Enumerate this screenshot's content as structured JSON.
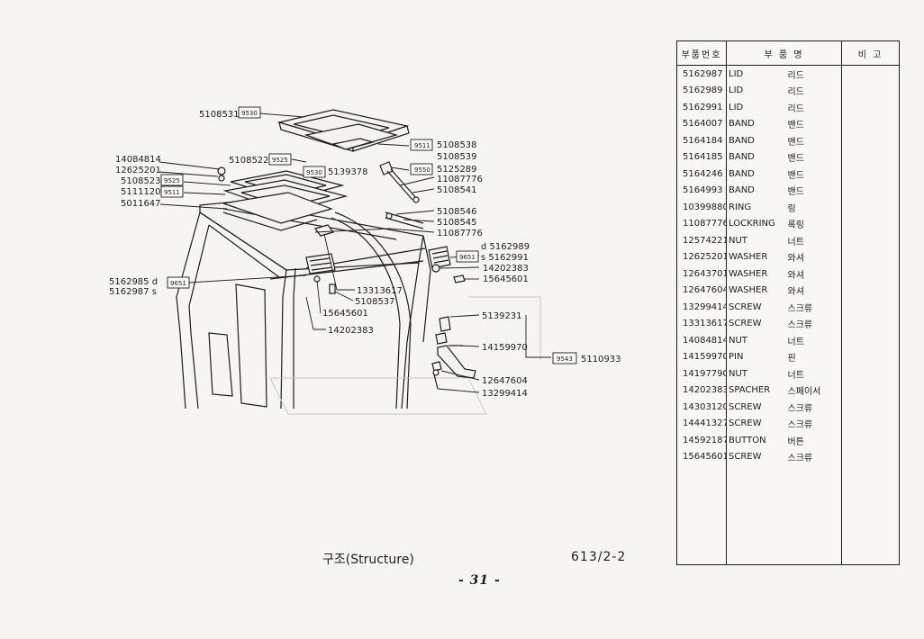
{
  "diagram": {
    "labels": [
      {
        "text": "5108531",
        "tag": "9530"
      },
      {
        "text": "5108538",
        "tag": "9511"
      },
      {
        "text": "5108539"
      },
      {
        "text": "5125289",
        "tag": "9550"
      },
      {
        "text": "11087776"
      },
      {
        "text": "5108541"
      },
      {
        "text": "5108522",
        "tag": "9525"
      },
      {
        "text": "5139378",
        "tag": "9530"
      },
      {
        "text": "14084814"
      },
      {
        "text": "12625201"
      },
      {
        "text": "5108523",
        "tag": "9525"
      },
      {
        "text": "5111120",
        "tag": "9511"
      },
      {
        "text": "5011647"
      },
      {
        "text": "5108546"
      },
      {
        "text": "5108545"
      },
      {
        "text": "11087776"
      },
      {
        "text": "d 5162989"
      },
      {
        "text": "s 5162991",
        "tag": "9651"
      },
      {
        "text": "14202383"
      },
      {
        "text": "15645601"
      },
      {
        "text": "5162985 d"
      },
      {
        "text": "5162987 s",
        "tag": "9651"
      },
      {
        "text": "13313617"
      },
      {
        "text": "5108537"
      },
      {
        "text": "15645601"
      },
      {
        "text": "14202383"
      },
      {
        "text": "5139231"
      },
      {
        "text": "14159970"
      },
      {
        "text": "5110933",
        "tag": "9543"
      },
      {
        "text": "12647604"
      },
      {
        "text": "13299414"
      }
    ]
  },
  "caption": {
    "title": "구조(Structure)",
    "code": "613/2-2"
  },
  "page_number": "- 31 -",
  "table": {
    "headers": {
      "part_no": "부품번호",
      "part_name": "부 품 명",
      "remarks": "비 고"
    },
    "rows": [
      {
        "no": "5162987",
        "en": "LID",
        "kr": "리드"
      },
      {
        "no": "5162989",
        "en": "LID",
        "kr": "리드"
      },
      {
        "no": "5162991",
        "en": "LID",
        "kr": "리드"
      },
      {
        "no": "5164007",
        "en": "BAND",
        "kr": "밴드"
      },
      {
        "no": "5164184",
        "en": "BAND",
        "kr": "밴드"
      },
      {
        "no": "5164185",
        "en": "BAND",
        "kr": "밴드"
      },
      {
        "no": "5164246",
        "en": "BAND",
        "kr": "밴드"
      },
      {
        "no": "5164993",
        "en": "BAND",
        "kr": "밴드"
      },
      {
        "no": "10399880",
        "en": "RING",
        "kr": "링"
      },
      {
        "no": "11087776",
        "en": "LOCKRING",
        "kr": "록링"
      },
      {
        "no": "12574221",
        "en": "NUT",
        "kr": "너트"
      },
      {
        "no": "12625201",
        "en": "WASHER",
        "kr": "와셔"
      },
      {
        "no": "12643701",
        "en": "WASHER",
        "kr": "와셔"
      },
      {
        "no": "12647604",
        "en": "WASHER",
        "kr": "와셔"
      },
      {
        "no": "13299414",
        "en": "SCREW",
        "kr": "스크류"
      },
      {
        "no": "13313617",
        "en": "SCREW",
        "kr": "스크류"
      },
      {
        "no": "14084814",
        "en": "NUT",
        "kr": "너트"
      },
      {
        "no": "14159970",
        "en": "PIN",
        "kr": "핀"
      },
      {
        "no": "14197790",
        "en": "NUT",
        "kr": "너트"
      },
      {
        "no": "14202383",
        "en": "SPACHER",
        "kr": "스페이서"
      },
      {
        "no": "14303120",
        "en": "SCREW",
        "kr": "스크류"
      },
      {
        "no": "14441327",
        "en": "SCREW",
        "kr": "스크류"
      },
      {
        "no": "14592187",
        "en": "BUTTON",
        "kr": "버튼"
      },
      {
        "no": "15645601",
        "en": "SCREW",
        "kr": "스크류"
      }
    ]
  }
}
